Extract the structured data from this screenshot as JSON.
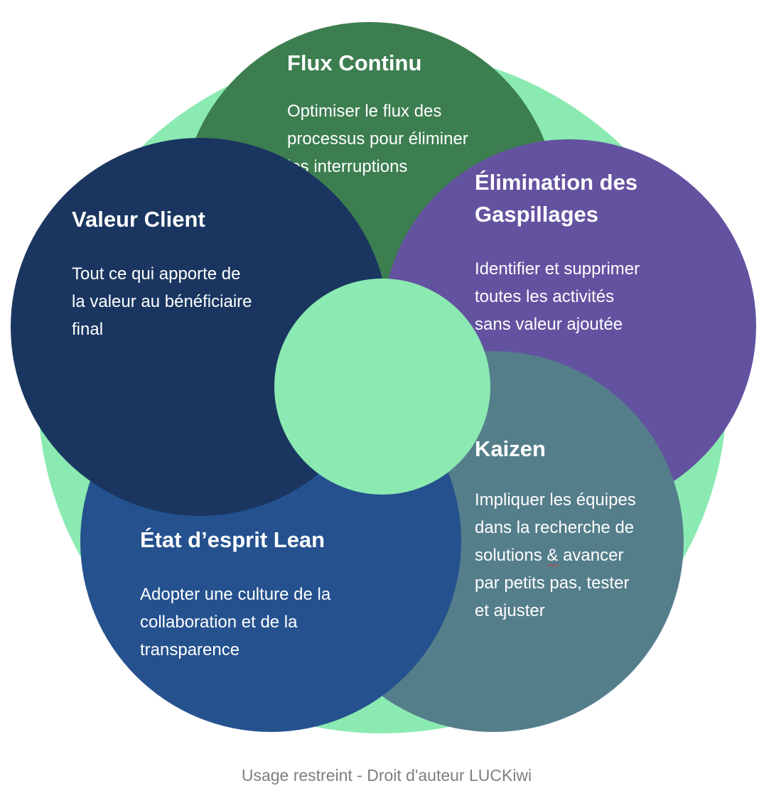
{
  "diagram": {
    "type": "overlapping-circles",
    "colors": {
      "background_circle": "#8beab2",
      "center_circle": "#8beab2",
      "flux_continu": "#3c7e50",
      "elimination": "#6352a0",
      "kaizen": "#557e8b",
      "etat_esprit": "#25528e",
      "valeur_client": "#1a3660",
      "text": "#ffffff",
      "footer_text": "#7f7f7f"
    },
    "sections": {
      "flux": {
        "title_lines": [
          "Flux Continu"
        ],
        "body_lines": [
          "Optimiser le flux des",
          "processus pour éliminer",
          "les interruptions"
        ]
      },
      "waste": {
        "title_lines": [
          "Élimination des",
          "Gaspillages"
        ],
        "body_lines": [
          "Identifier et supprimer",
          "toutes les activités",
          "sans valeur ajoutée"
        ]
      },
      "value": {
        "title_lines": [
          "Valeur Client"
        ],
        "body_lines": [
          "Tout ce qui apporte de",
          "la valeur au bénéficiaire",
          "final"
        ]
      },
      "mind": {
        "title_lines": [
          "État d’esprit Lean"
        ],
        "body_lines": [
          "Adopter une culture de la",
          "collaboration et de la",
          "transparence"
        ]
      },
      "kaizen": {
        "title_lines": [
          "Kaizen"
        ],
        "body_lines_before_amp": "solutions ",
        "amp": "&",
        "body_lines_after_amp": " avancer",
        "body_lines": [
          "Impliquer les équipes",
          "dans la recherche de",
          "solutions & avancer",
          "par petits pas, tester",
          "et ajuster"
        ]
      }
    }
  },
  "footer": {
    "copyright": "Usage restreint - Droit d'auteur LUCKiwi"
  }
}
